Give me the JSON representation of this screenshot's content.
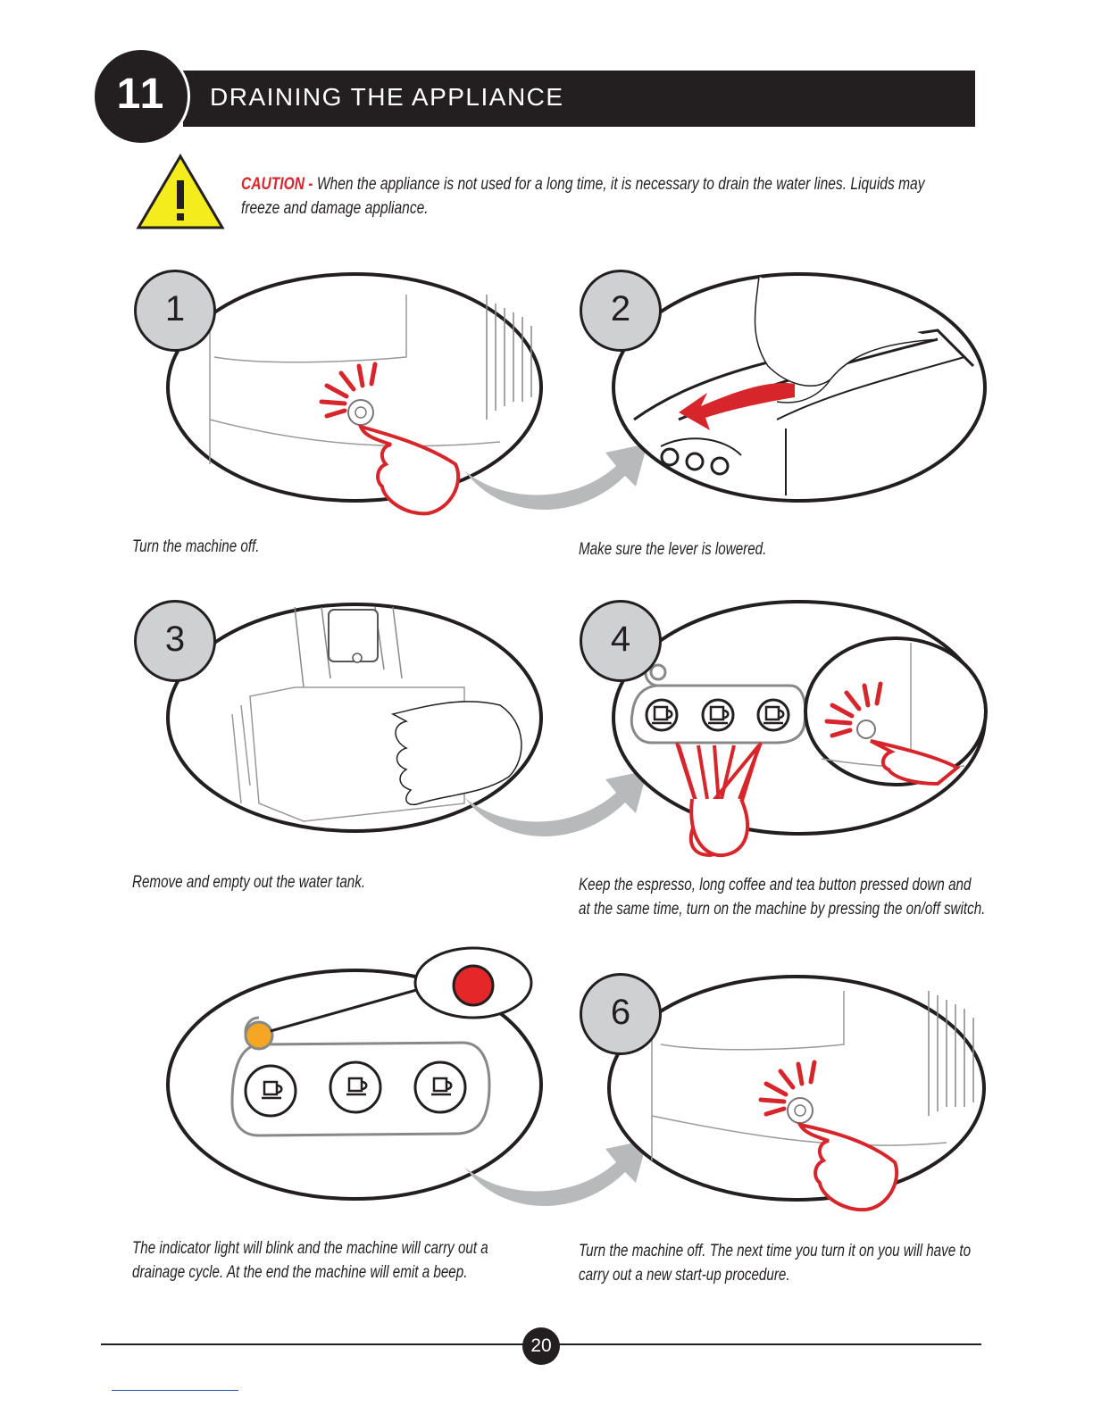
{
  "section": {
    "number": "11",
    "title": "DRAINING THE APPLIANCE"
  },
  "caution": {
    "label": "CAUTION -",
    "text": "When the appliance is not used for a long time, it is necessary to drain the water lines. Liquids may freeze and damage appliance."
  },
  "steps": [
    {
      "number": "1",
      "caption": "Turn the machine off."
    },
    {
      "number": "2",
      "caption": "Make sure the lever is lowered."
    },
    {
      "number": "3",
      "caption": "Remove and empty out the water tank."
    },
    {
      "number": "4",
      "caption_line1": "Keep the espresso, long coffee and tea button pressed down and",
      "caption_line2": "at the same time, turn on the machine by pressing the on/off switch."
    },
    {
      "number": "",
      "caption_line1": "The indicator light will blink and the machine will carry out a",
      "caption_line2": "drainage cycle. At the end the machine will emit a beep."
    },
    {
      "number": "6",
      "caption_line1": "Turn the machine off. The next time you turn it on you will have to",
      "caption_line2": "carry out a new start-up procedure."
    }
  ],
  "page": {
    "number": "20"
  },
  "colors": {
    "accent_red": "#d7262b",
    "indicator_orange": "#f5a623",
    "warning_yellow": "#f4ec1c",
    "dark": "#231f20",
    "step_grey": "#cfd0d2",
    "arrow_grey": "#b8b9bb"
  },
  "icons": [
    "warning-triangle-icon",
    "hand-pointer-icon",
    "espresso-cup-icon",
    "long-coffee-cup-icon",
    "tea-cup-icon",
    "curved-arrow-icon"
  ]
}
